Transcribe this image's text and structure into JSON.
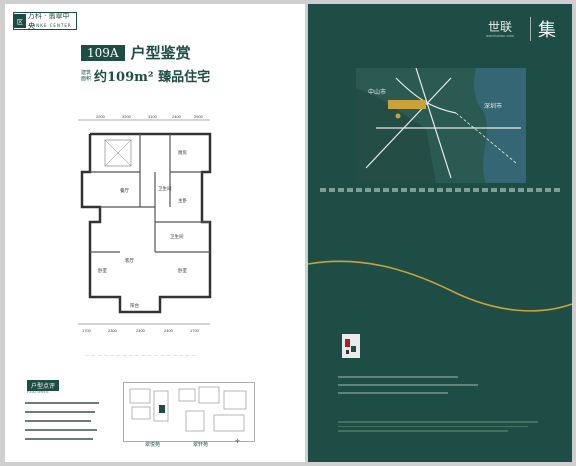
{
  "left_page": {
    "logo": {
      "mark": "区",
      "name": "万科 · 翡翠中央",
      "sub": "VANKE CENTER"
    },
    "tag": "109A",
    "title": "户型鉴赏",
    "area_label": "建筑面积",
    "area_value": "约109m² 臻品住宅",
    "dims_top": [
      "2000",
      "3200",
      "3100",
      "2400",
      "2900"
    ],
    "dims_bottom": [
      "1700",
      "2300",
      "2400",
      "2400",
      "1700"
    ],
    "rooms": [
      "餐厅",
      "卫生间",
      "厨房",
      "主卧",
      "客厅",
      "卧室",
      "卧室",
      "卫生间",
      "阳台"
    ],
    "features_tag": "户型点评",
    "features_sub": "FEATURES",
    "keyplan_labels": [
      "翠悦苑",
      "翠轩苑"
    ]
  },
  "right_page": {
    "brand": "世联",
    "brand_sub": "worldunion.com",
    "ji": "集",
    "map_labels": [
      "中山市",
      "深圳市"
    ],
    "colors": {
      "green": "#1e4d45",
      "gold": "#c9a23a",
      "map_line": "#e8ece9"
    }
  }
}
